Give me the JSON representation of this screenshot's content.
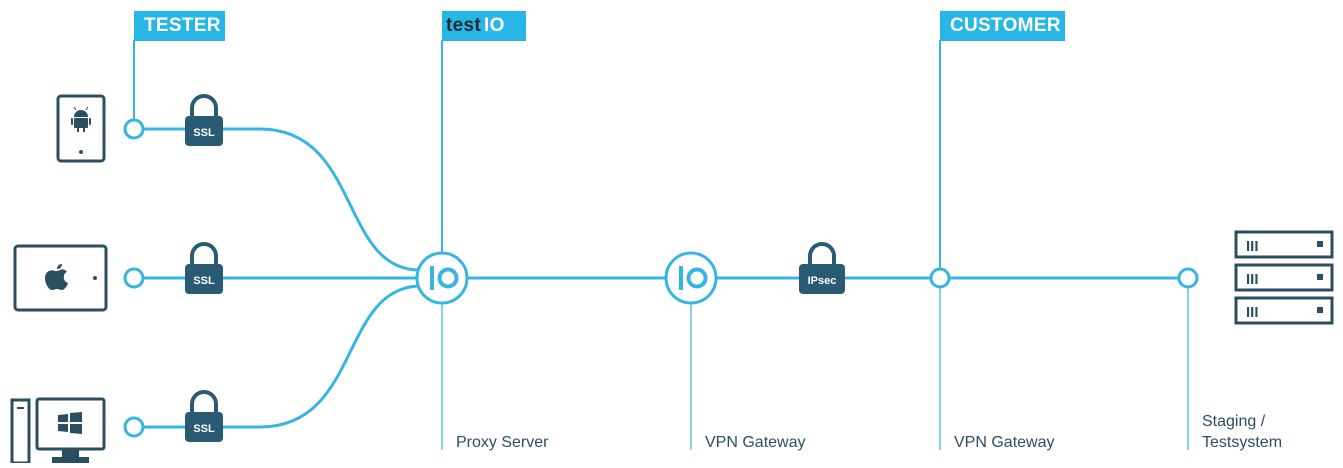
{
  "colors": {
    "line": "#37b4e3",
    "device": "#2b4e60",
    "lock": "#2a5b74",
    "flag_bg": "#28b6e6",
    "text": "#2b4e60",
    "white": "#ffffff"
  },
  "flags": {
    "tester": "TESTER",
    "testio_text": "test",
    "testio_mark": "IO",
    "customer": "CUSTOMER"
  },
  "locks": {
    "ssl": "SSL",
    "ipsec": "IPsec"
  },
  "nodes": {
    "proxy_mark": "IO",
    "vpn_mark": "IO"
  },
  "captions": {
    "proxy": "Proxy Server",
    "vpn_gateway_1": "VPN Gateway",
    "vpn_gateway_2": "VPN Gateway",
    "staging_line1": "Staging /",
    "staging_line2": "Testsystem"
  },
  "server_label": "III",
  "icons": {
    "devices": [
      "android-tablet-icon",
      "apple-tablet-icon",
      "windows-pc-icon"
    ],
    "server": "server-rack-icon",
    "lock": "padlock-icon"
  }
}
